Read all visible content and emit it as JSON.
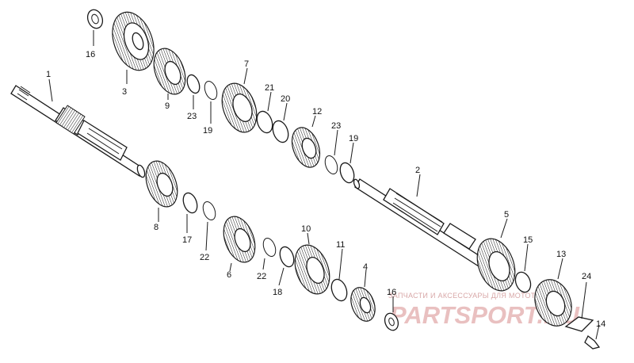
{
  "diagram": {
    "watermark": {
      "caption": "ЗАПЧАСТИ И АКСЕССУАРЫ ДЛЯ МОТОТЕХНИКИ",
      "logo": "PARTSPORT.RU"
    },
    "callouts": [
      {
        "id": "1"
      },
      {
        "id": "2"
      },
      {
        "id": "3"
      },
      {
        "id": "4"
      },
      {
        "id": "5"
      },
      {
        "id": "6"
      },
      {
        "id": "7"
      },
      {
        "id": "8"
      },
      {
        "id": "9"
      },
      {
        "id": "10"
      },
      {
        "id": "11"
      },
      {
        "id": "12"
      },
      {
        "id": "13"
      },
      {
        "id": "14"
      },
      {
        "id": "15"
      },
      {
        "id": "16"
      },
      {
        "id": "16"
      },
      {
        "id": "17"
      },
      {
        "id": "18"
      },
      {
        "id": "19"
      },
      {
        "id": "19"
      },
      {
        "id": "20"
      },
      {
        "id": "21"
      },
      {
        "id": "22"
      },
      {
        "id": "22"
      },
      {
        "id": "23"
      },
      {
        "id": "23"
      },
      {
        "id": "24"
      }
    ]
  }
}
